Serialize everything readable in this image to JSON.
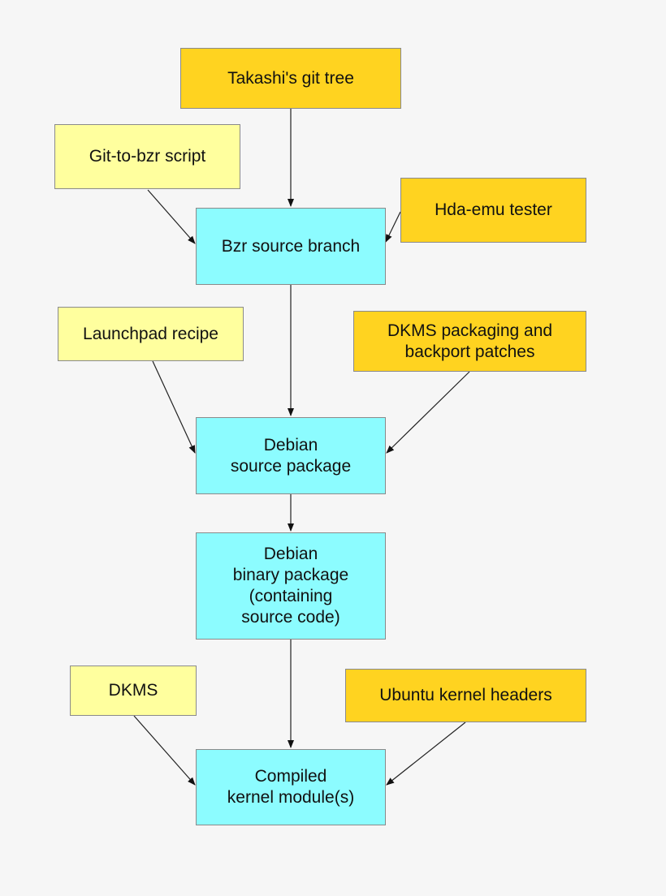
{
  "nodes": {
    "takashi_git_tree": "Takashi's git tree",
    "git_to_bzr_script": "Git-to-bzr script",
    "hda_emu_tester": "Hda-emu tester",
    "bzr_source_branch": "Bzr source branch",
    "launchpad_recipe": "Launchpad recipe",
    "dkms_packaging": "DKMS packaging and\nbackport patches",
    "debian_source_package": "Debian\nsource package",
    "debian_binary_package": "Debian\nbinary package\n(containing\nsource code)",
    "dkms": "DKMS",
    "ubuntu_kernel_headers": "Ubuntu kernel headers",
    "compiled_kernel_modules": "Compiled\nkernel module(s)"
  },
  "colors": {
    "input_external": "#ffd320",
    "tooling": "#ffff9e",
    "artifact": "#8cfcff",
    "background": "#f6f6f6"
  },
  "edges": [
    [
      "takashi_git_tree",
      "bzr_source_branch"
    ],
    [
      "git_to_bzr_script",
      "bzr_source_branch"
    ],
    [
      "hda_emu_tester",
      "bzr_source_branch"
    ],
    [
      "bzr_source_branch",
      "debian_source_package"
    ],
    [
      "launchpad_recipe",
      "debian_source_package"
    ],
    [
      "dkms_packaging",
      "debian_source_package"
    ],
    [
      "debian_source_package",
      "debian_binary_package"
    ],
    [
      "debian_binary_package",
      "compiled_kernel_modules"
    ],
    [
      "dkms",
      "compiled_kernel_modules"
    ],
    [
      "ubuntu_kernel_headers",
      "compiled_kernel_modules"
    ]
  ]
}
